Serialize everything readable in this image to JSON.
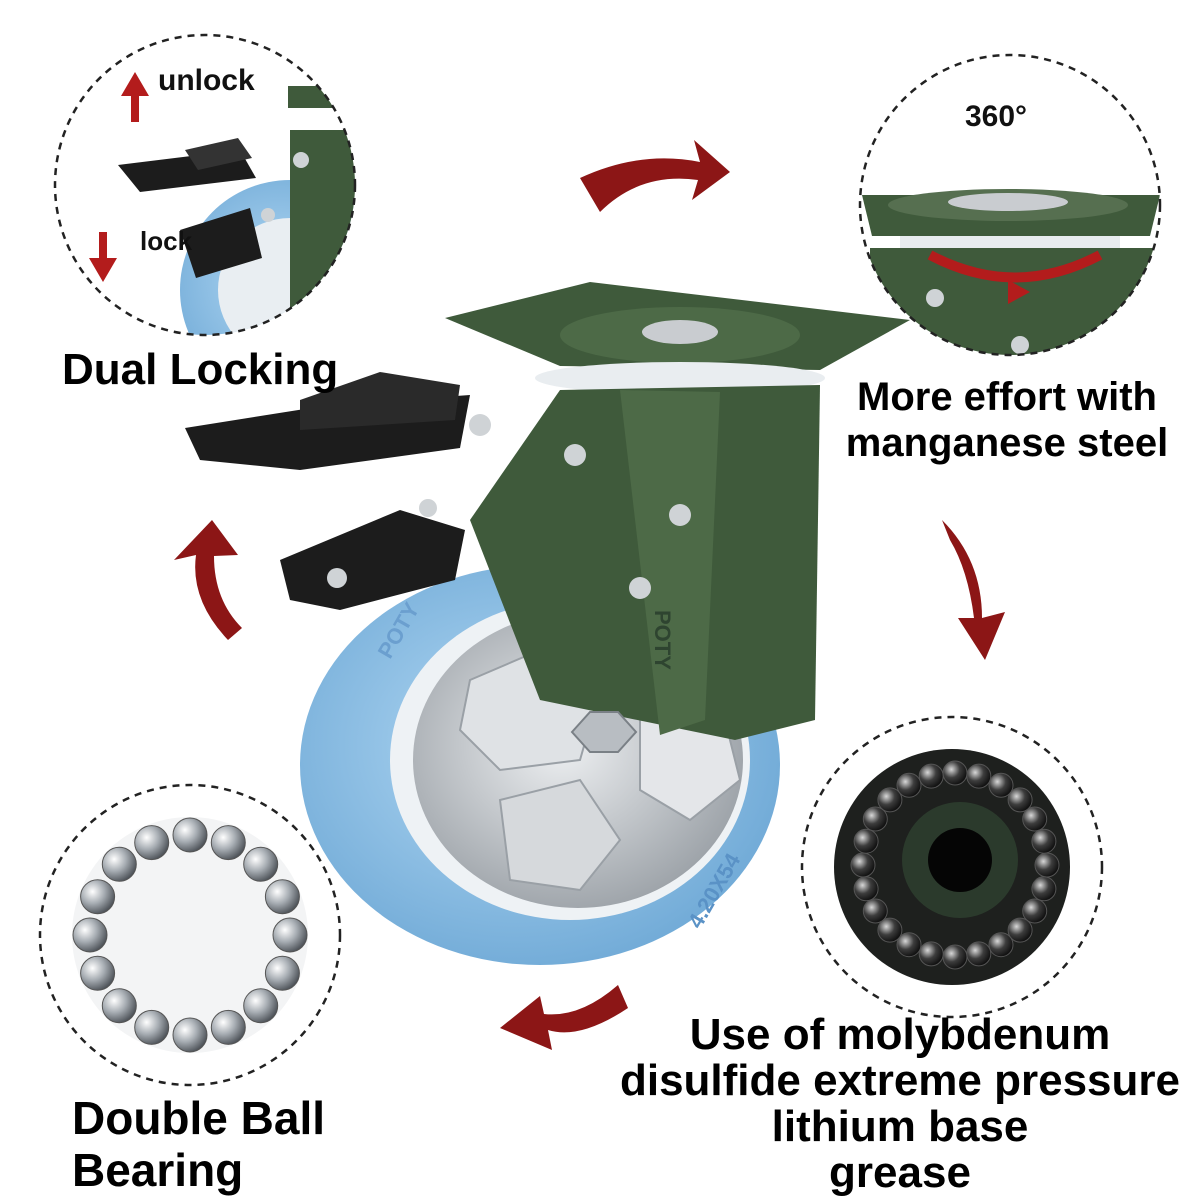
{
  "labels": {
    "unlock": "unlock",
    "lock": "lock",
    "degrees": "360°"
  },
  "captions": {
    "dual_locking": "Dual Locking",
    "manganese_line1": "More effort with",
    "manganese_line2": "manganese steel",
    "bearing_line1": "Double Ball",
    "bearing_line2": "Bearing",
    "grease_line1": "Use of molybdenum",
    "grease_line2": "disulfide extreme pressure",
    "grease_line3": "lithium base",
    "grease_line4": "grease"
  },
  "product_markings": {
    "brand": "POTY",
    "size": "4.20X54"
  },
  "colors": {
    "arrow_red": "#8c1616",
    "bracket_green": "#3f5a3b",
    "wheel_blue": "#8fc3ea",
    "hub_silver": "#c9ccd0",
    "pedal_black": "#1c1c1c"
  }
}
